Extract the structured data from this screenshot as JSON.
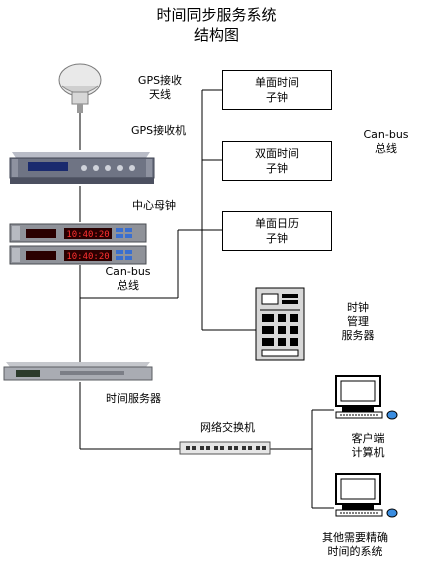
{
  "diagram": {
    "title_line1": "时间同步服务系统",
    "title_line2": "结构图",
    "gps_antenna_label": [
      "GPS接收",
      "天线"
    ],
    "gps_receiver_label": "GPS接收机",
    "master_clock_label": "中心母钟",
    "canbus_left_label": [
      "Can-bus",
      "总线"
    ],
    "canbus_right_label": [
      "Can-bus",
      "总线"
    ],
    "slave_clocks": [
      {
        "line1": "单面时间",
        "line2": "子钟"
      },
      {
        "line1": "双面时间",
        "line2": "子钟"
      },
      {
        "line1": "单面日历",
        "line2": "子钟"
      }
    ],
    "clock_mgmt_server_label": [
      "时钟",
      "管理",
      "服务器"
    ],
    "time_server_label": "时间服务器",
    "switch_label": "网络交换机",
    "client_pc_label": [
      "客户端",
      "计算机"
    ],
    "other_systems_label": [
      "其他需要精确",
      "时间的系统"
    ],
    "clock_display_top": "10:40:20",
    "clock_display_bottom": "10:40:20"
  }
}
